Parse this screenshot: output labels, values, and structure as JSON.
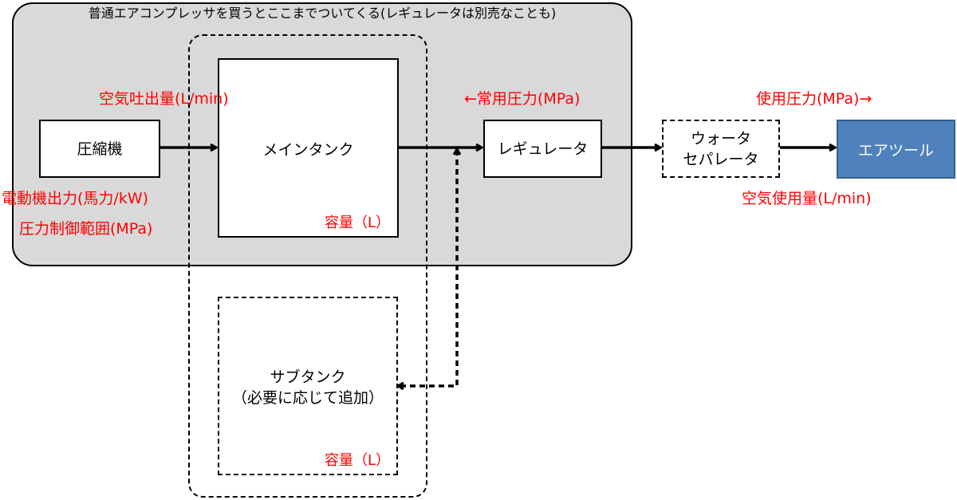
{
  "panel": {
    "title": "普通エアコンプレッサを買うとここまでついてくる(レギュレータは別売なことも)"
  },
  "nodes": {
    "compressor": "圧縮機",
    "main_tank": "メインタンク",
    "sub_tank_line1": "サブタンク",
    "sub_tank_line2": "（必要に応じて追加）",
    "regulator": "レギュレータ",
    "separator_line1": "ウォータ",
    "separator_line2": "セパレータ",
    "air_tool": "エアツール"
  },
  "labels": {
    "air_output": "空気吐出量(L/min)",
    "motor_output": "電動機出力(馬力/kW)",
    "pressure_range": "圧力制御範囲(MPa)",
    "main_tank_capacity": "容量（L）",
    "sub_tank_capacity": "容量（L）",
    "working_pressure": "←常用圧力(MPa)",
    "use_pressure": "使用圧力(MPa)→",
    "air_consumption": "空気使用量(L/min)"
  },
  "colors": {
    "annotation_red": "#ff0000",
    "air_tool_fill": "#4f81bd",
    "panel_fill": "#d9d9d9"
  }
}
